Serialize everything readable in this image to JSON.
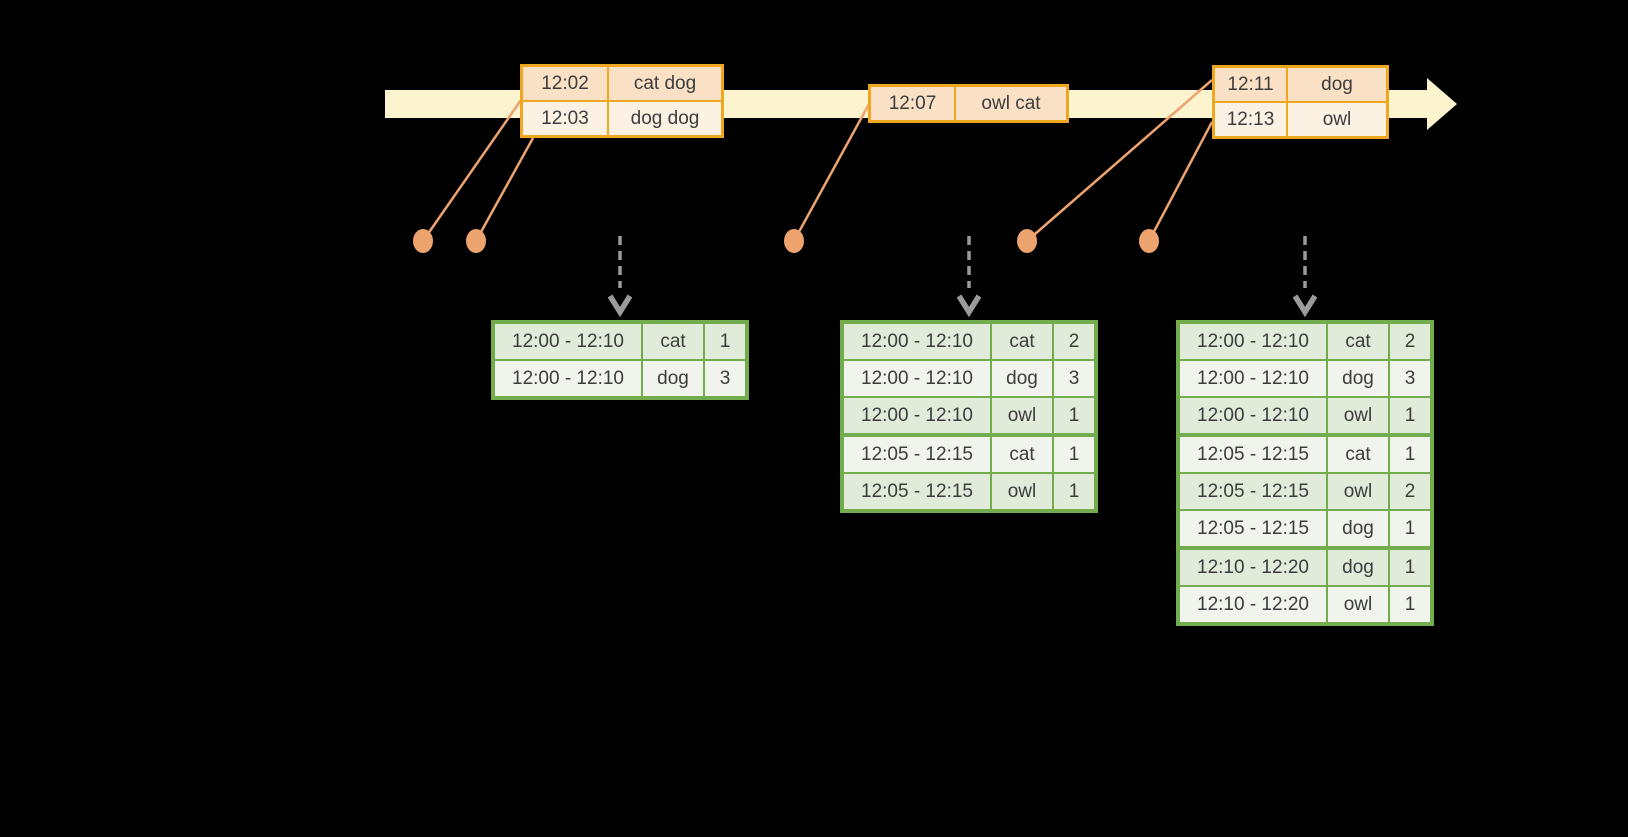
{
  "diagram": {
    "description": "streaming-windowed-word-count-diagram",
    "colors": {
      "background": "#000000",
      "timeline_fill": "#FCF3CF",
      "event_table_border": "#EFA720",
      "event_row_dark_fill": "#FAE1C6",
      "event_row_light_fill": "#FCF2E4",
      "connector_dot": "#ECA36E",
      "result_table_border": "#72AC4D",
      "result_row_dark_fill": "#E0EBD9",
      "result_row_light_fill": "#F0F4EC",
      "trigger_arrow": "#9B9B9B",
      "text": "#3C3C3C"
    },
    "event_tables": [
      {
        "name": "events-batch-1",
        "rows": [
          {
            "time": "12:02",
            "words": "cat dog"
          },
          {
            "time": "12:03",
            "words": "dog dog"
          }
        ]
      },
      {
        "name": "events-batch-2",
        "rows": [
          {
            "time": "12:07",
            "words": "owl cat"
          }
        ]
      },
      {
        "name": "events-batch-3",
        "rows": [
          {
            "time": "12:11",
            "words": "dog"
          },
          {
            "time": "12:13",
            "words": "owl"
          }
        ]
      }
    ],
    "result_tables": [
      {
        "name": "result-table-1",
        "group_starts": [],
        "rows": [
          {
            "window": "12:00 - 12:10",
            "word": "cat",
            "count": "1"
          },
          {
            "window": "12:00 - 12:10",
            "word": "dog",
            "count": "3"
          }
        ]
      },
      {
        "name": "result-table-2",
        "group_starts": [
          3
        ],
        "rows": [
          {
            "window": "12:00 - 12:10",
            "word": "cat",
            "count": "2"
          },
          {
            "window": "12:00 - 12:10",
            "word": "dog",
            "count": "3"
          },
          {
            "window": "12:00 - 12:10",
            "word": "owl",
            "count": "1"
          },
          {
            "window": "12:05 - 12:15",
            "word": "cat",
            "count": "1"
          },
          {
            "window": "12:05 - 12:15",
            "word": "owl",
            "count": "1"
          }
        ]
      },
      {
        "name": "result-table-3",
        "group_starts": [
          3,
          6
        ],
        "rows": [
          {
            "window": "12:00 - 12:10",
            "word": "cat",
            "count": "2"
          },
          {
            "window": "12:00 - 12:10",
            "word": "dog",
            "count": "3"
          },
          {
            "window": "12:00 - 12:10",
            "word": "owl",
            "count": "1"
          },
          {
            "window": "12:05 - 12:15",
            "word": "cat",
            "count": "1"
          },
          {
            "window": "12:05 - 12:15",
            "word": "owl",
            "count": "2"
          },
          {
            "window": "12:05 - 12:15",
            "word": "dog",
            "count": "1"
          },
          {
            "window": "12:10 - 12:20",
            "word": "dog",
            "count": "1"
          },
          {
            "window": "12:10 - 12:20",
            "word": "owl",
            "count": "1"
          }
        ]
      }
    ]
  }
}
